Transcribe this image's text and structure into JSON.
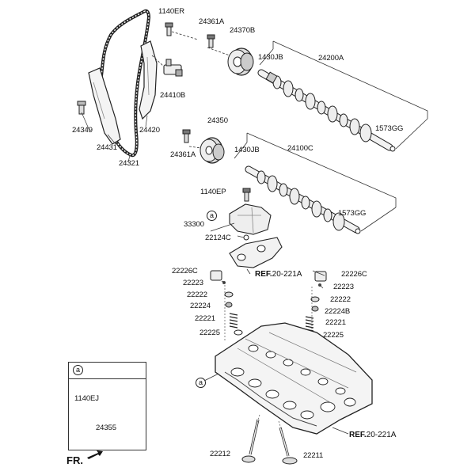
{
  "labels": {
    "p1140ER": "1140ER",
    "p24361A_top": "24361A",
    "p24370B": "24370B",
    "p1430JB_top": "1430JB",
    "p24200A": "24200A",
    "p24410B": "24410B",
    "p24349": "24349",
    "p24420": "24420",
    "p24431": "24431",
    "p24321": "24321",
    "p1573GG_top": "1573GG",
    "p24350": "24350",
    "p24361A_mid": "24361A",
    "p1430JB_mid": "1430JB",
    "p24100C": "24100C",
    "p1140EP": "1140EP",
    "p1573GG_mid": "1573GG",
    "p33300": "33300",
    "p22124C": "22124C",
    "p22226C_left": "22226C",
    "p22226C_right": "22226C",
    "p22223_left": "22223",
    "p22223_right": "22223",
    "p22222_left": "22222",
    "p22222_right": "22222",
    "p22224": "22224",
    "p22224B": "22224B",
    "p22221_left": "22221",
    "p22221_right": "22221",
    "p22225_left": "22225",
    "p22225_right": "22225",
    "p1140EJ": "1140EJ",
    "p24355": "24355",
    "p22212": "22212",
    "p22211": "22211"
  },
  "refs": {
    "ref_upper": {
      "prefix": "REF.",
      "code": "20-221A"
    },
    "ref_lower": {
      "prefix": "REF.",
      "code": "20-221A"
    }
  },
  "markers": {
    "circle_a_upper": "a",
    "circle_a_head": "a",
    "circle_a_inset": "a"
  },
  "front_marker": "FR."
}
